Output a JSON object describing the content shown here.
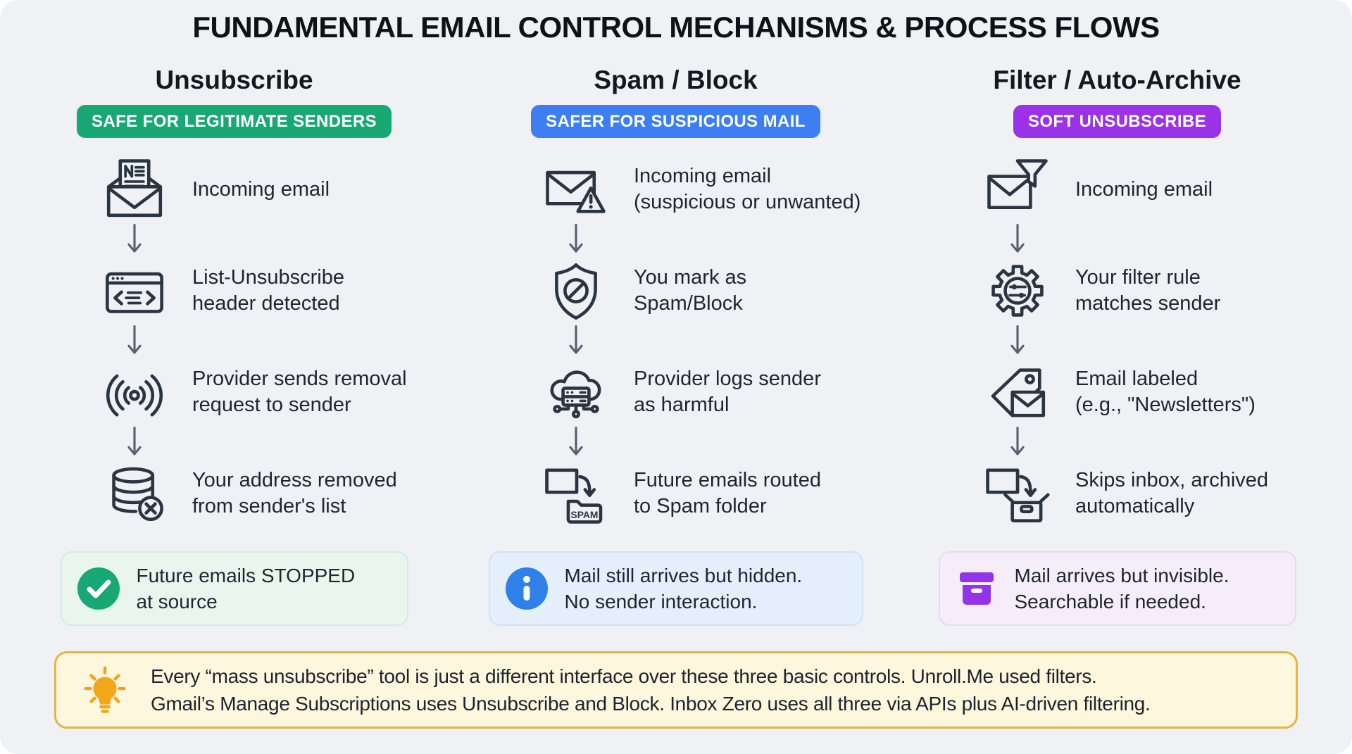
{
  "title": "FUNDAMENTAL EMAIL CONTROL MECHANISMS & PROCESS FLOWS",
  "colors": {
    "canvas_background": "#EFF1F5",
    "badge_green": "#17A873",
    "badge_blue": "#3D7FF2",
    "badge_purple": "#9B32E8",
    "icon_stroke": "#2B3542",
    "arrow": "#57606F",
    "note_background": "#FDF7DE",
    "note_border": "#E4B543",
    "result_green_bg": "#E8F6EE",
    "result_blue_bg": "#E4EFFB",
    "result_purple_bg": "#F5EDFA"
  },
  "columns": [
    {
      "heading": "Unsubscribe",
      "badge": "SAFE FOR LEGITIMATE SENDERS",
      "badge_color": "#17A873",
      "steps": [
        {
          "icon": "newsletter-email-icon",
          "text": "Incoming email"
        },
        {
          "icon": "list-unsubscribe-header-icon",
          "text": "List-Unsubscribe\nheader detected"
        },
        {
          "icon": "broadcast-icon",
          "text": "Provider sends removal\nrequest to sender"
        },
        {
          "icon": "database-remove-icon",
          "text": "Your address removed\nfrom sender's list"
        }
      ],
      "result": {
        "icon": "check-circle-icon",
        "text": "Future emails STOPPED\nat source"
      }
    },
    {
      "heading": "Spam / Block",
      "badge": "SAFER FOR SUSPICIOUS MAIL",
      "badge_color": "#3D7FF2",
      "steps": [
        {
          "icon": "alert-email-icon",
          "text": "Incoming email\n(suspicious or unwanted)"
        },
        {
          "icon": "shield-block-icon",
          "text": "You mark as\nSpam/Block"
        },
        {
          "icon": "cloud-server-icon",
          "text": "Provider logs sender\nas harmful"
        },
        {
          "icon": "spam-folder-icon",
          "text": "Future emails routed\nto Spam folder"
        }
      ],
      "result": {
        "icon": "info-circle-icon",
        "text": "Mail still arrives but hidden.\nNo sender interaction."
      }
    },
    {
      "heading": "Filter / Auto-Archive",
      "badge": "SOFT UNSUBSCRIBE",
      "badge_color": "#9B32E8",
      "steps": [
        {
          "icon": "funnel-email-icon",
          "text": "Incoming email"
        },
        {
          "icon": "filter-gear-icon",
          "text": "Your filter rule\nmatches sender"
        },
        {
          "icon": "label-tag-icon",
          "text": "Email labeled\n(e.g., \"Newsletters\")"
        },
        {
          "icon": "archive-email-icon",
          "text": "Skips inbox, archived\nautomatically"
        }
      ],
      "result": {
        "icon": "archive-box-icon",
        "text": "Mail arrives but invisible.\nSearchable if needed."
      }
    }
  ],
  "spam_folder_label": "SPAM",
  "note": {
    "icon": "lightbulb-icon",
    "lines": [
      "Every “mass unsubscribe” tool is just a different interface over these three basic controls. Unroll.Me used filters.",
      "Gmail’s Manage Subscriptions uses Unsubscribe and Block. Inbox Zero uses all three via APIs plus AI-driven filtering."
    ]
  }
}
